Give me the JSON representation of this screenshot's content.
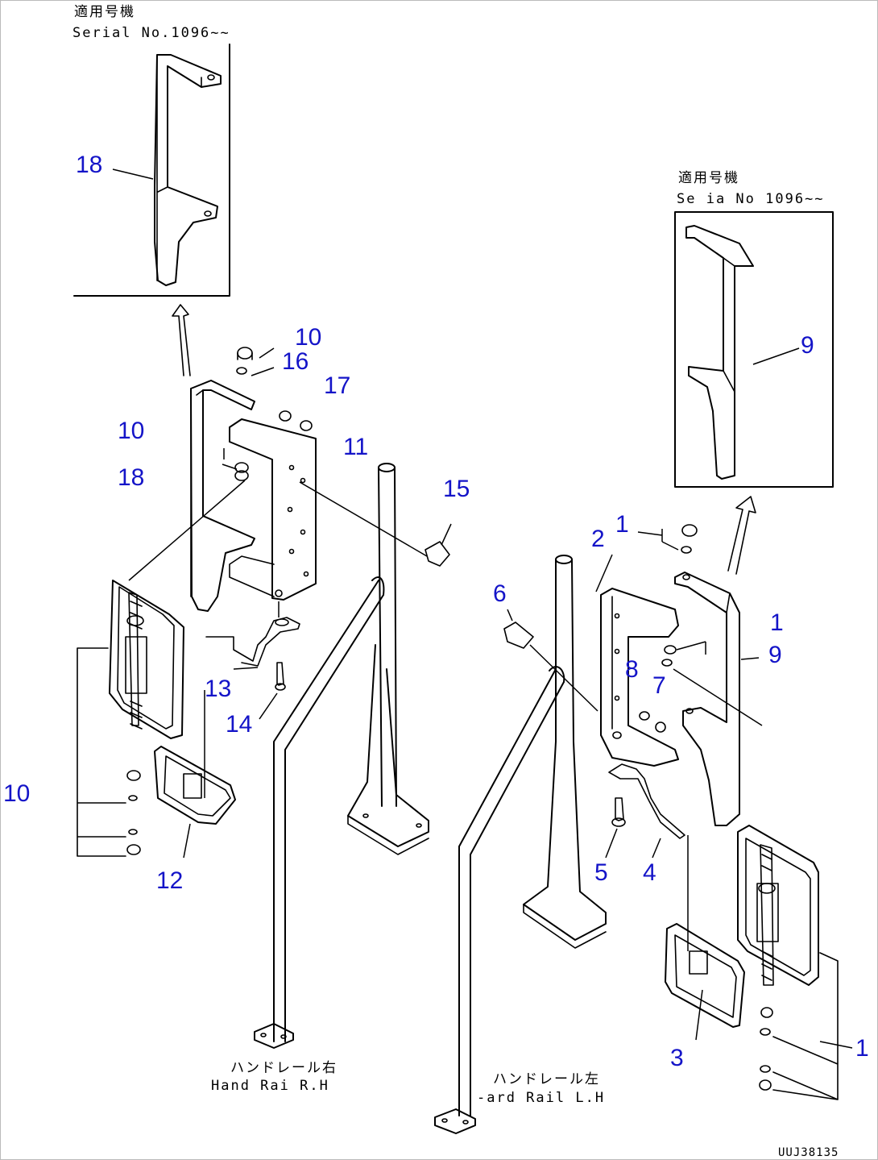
{
  "serial_left": {
    "jp": "適用号機",
    "en": "Serial No.1096~~"
  },
  "serial_right": {
    "jp": "適用号機",
    "en": "Se ia  No 1096~~"
  },
  "parts": {
    "p1a": "1",
    "p1b": "1",
    "p1c": "1",
    "p2": "2",
    "p3": "3",
    "p4": "4",
    "p5": "5",
    "p6": "6",
    "p7": "7",
    "p8": "8",
    "p9a": "9",
    "p9b": "9",
    "p10a": "10",
    "p10b": "10",
    "p10c": "10",
    "p11": "11",
    "p12": "12",
    "p13": "13",
    "p14": "14",
    "p15": "15",
    "p16": "16",
    "p17": "17",
    "p18a": "18",
    "p18b": "18"
  },
  "handrail_rh": {
    "jp": "ハンドレール右",
    "en": "Hand Rai  R.H"
  },
  "handrail_lh": {
    "jp": "ハンドレール左",
    "en": "-ard Rail L.H"
  },
  "drawing_code": "UUJ38135"
}
